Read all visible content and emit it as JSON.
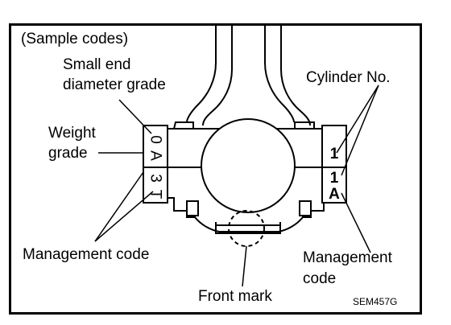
{
  "labels": {
    "sample_codes": "(Sample codes)",
    "small_end_line1": "Small end",
    "small_end_line2": "diameter grade",
    "weight_line1": "Weight",
    "weight_line2": "grade",
    "management_code_left": "Management code",
    "cylinder_no": "Cylinder No.",
    "management_right_line1": "Management",
    "management_right_line2": "code",
    "front_mark": "Front mark",
    "figure_code": "SEM457G"
  },
  "left_stamp": {
    "top_row": [
      "0",
      "A"
    ],
    "bottom_row": [
      "3",
      "T"
    ]
  },
  "right_stamp": {
    "top": "1",
    "bottom_row": [
      "1",
      "A"
    ]
  }
}
